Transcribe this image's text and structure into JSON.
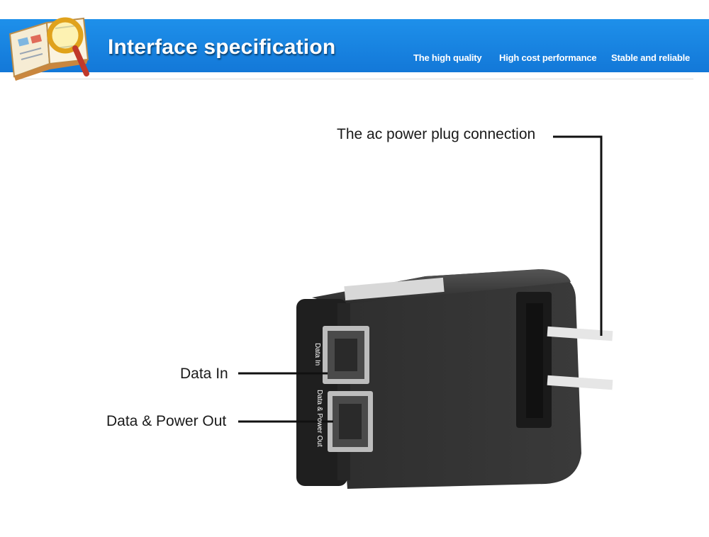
{
  "header": {
    "title": "Interface specification",
    "taglines": [
      "The high quality",
      "High cost performance",
      "Stable and reliable"
    ]
  },
  "callouts": {
    "ac_plug": "The ac power plug connection",
    "data_in": "Data In",
    "data_power_out": "Data & Power Out"
  },
  "device": {
    "port1_label": "Data In",
    "port2_label": "Data & Power Out"
  },
  "colors": {
    "banner": "#1a86e6",
    "device_body": "#2b2b2b",
    "callout_line": "#111111"
  }
}
